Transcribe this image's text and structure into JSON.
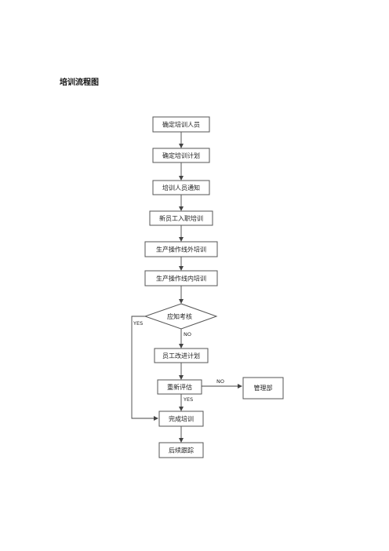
{
  "title": "培训流程图",
  "nodes": {
    "confirm_trainees": "确定培训人员",
    "confirm_plan": "确定培训计划",
    "notify_trainees": "培训人员通知",
    "onboarding_training": "新员工入职培训",
    "external_training": "生产操作线外培训",
    "internal_training": "生产操作线内培训",
    "assessment": "应知考核",
    "improvement_plan": "员工改进计划",
    "reassessment": "重新评估",
    "management_dept": "管理部",
    "complete_training": "完成培训",
    "follow_up": "后续跟踪"
  },
  "edge_labels": {
    "assessment_yes": "YES",
    "assessment_no": "NO",
    "reassessment_no": "NO",
    "reassessment_yes": "YES"
  },
  "colors": {
    "line": "#444444",
    "box_stroke": "#555555",
    "text": "#222222"
  }
}
